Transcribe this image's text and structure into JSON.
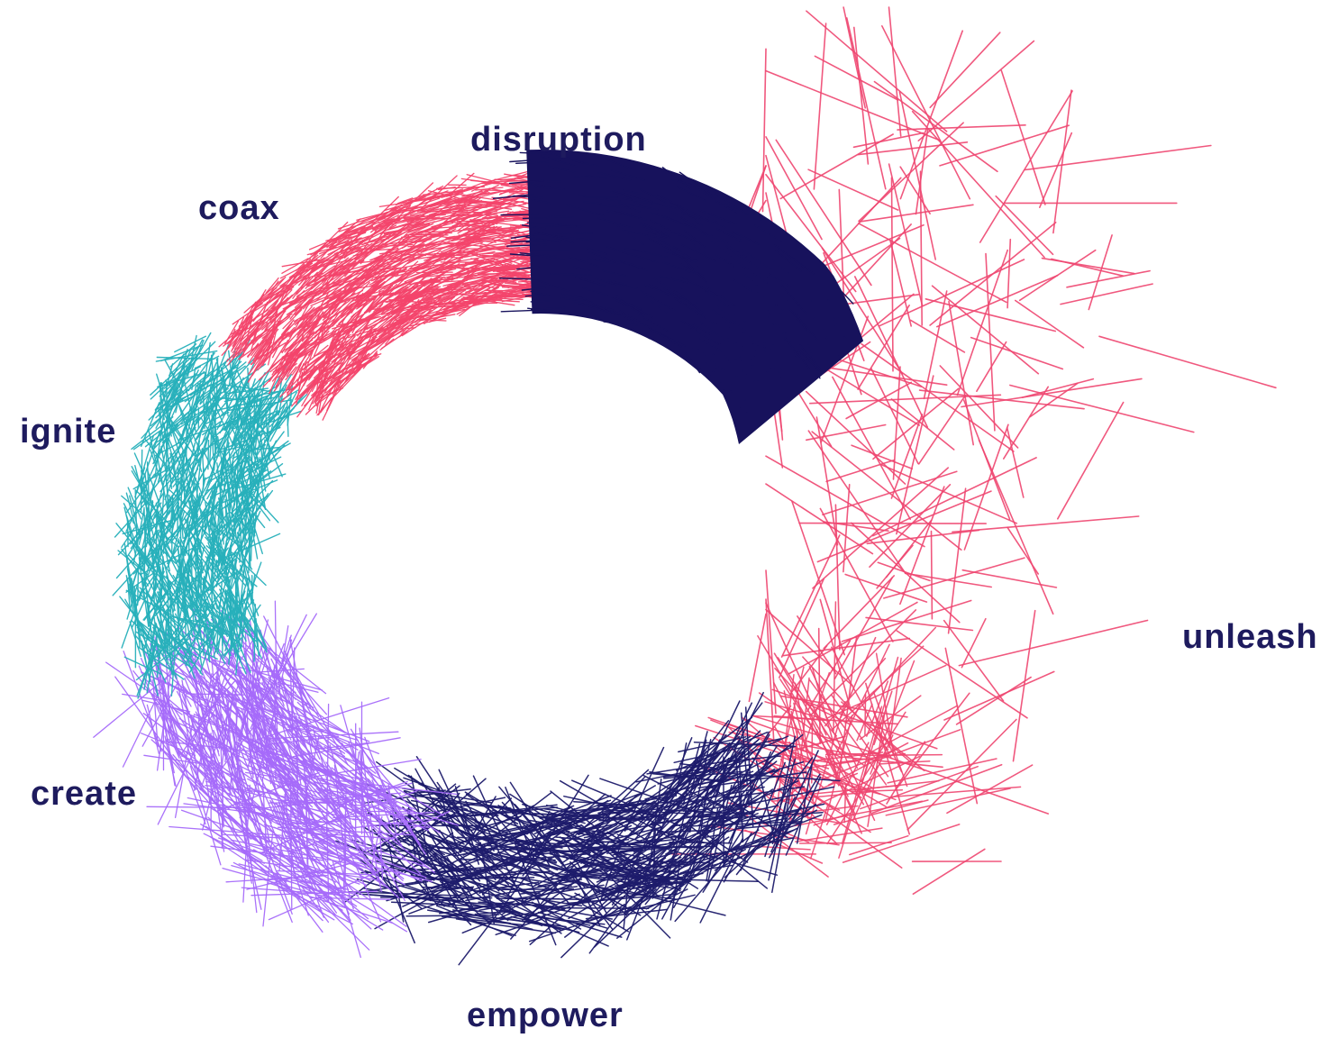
{
  "colors": {
    "label": "#1e1b5e",
    "disruption": "#17125c",
    "coax": "#f3456c",
    "ignite": "#27b0bb",
    "create": "#a56afa",
    "empower": "#1e1b6b",
    "unleash": "#ee4670"
  },
  "segments": [
    {
      "id": "disruption",
      "label": "disruption",
      "style": "solid",
      "color_key": "disruption"
    },
    {
      "id": "coax",
      "label": "coax",
      "style": "dense",
      "color_key": "coax"
    },
    {
      "id": "ignite",
      "label": "ignite",
      "style": "dense",
      "color_key": "ignite"
    },
    {
      "id": "create",
      "label": "create",
      "style": "scattered",
      "color_key": "create"
    },
    {
      "id": "empower",
      "label": "empower",
      "style": "scattered",
      "color_key": "empower"
    },
    {
      "id": "unleash",
      "label": "unleash",
      "style": "exploding",
      "color_key": "unleash"
    }
  ]
}
